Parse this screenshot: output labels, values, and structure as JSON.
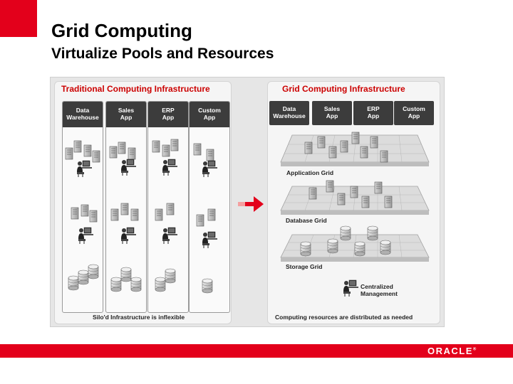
{
  "slide": {
    "title": "Grid Computing",
    "subtitle": "Virtualize Pools and Resources"
  },
  "left_panel": {
    "title": "Traditional Computing Infrastructure",
    "columns": [
      "Data\nWarehouse",
      "Sales\nApp",
      "ERP\nApp",
      "Custom\nApp"
    ],
    "caption": "Silo'd Infrastructure is inflexible"
  },
  "right_panel": {
    "title": "Grid Computing Infrastructure",
    "apps": [
      "Data\nWarehouse",
      "Sales\nApp",
      "ERP\nApp",
      "Custom\nApp"
    ],
    "grids": [
      "Application Grid",
      "Database Grid",
      "Storage Grid"
    ],
    "management_label": "Centralized\nManagement",
    "caption": "Computing resources are distributed as needed"
  },
  "branding": {
    "logo_text": "ORACLE",
    "trademark": "®"
  },
  "colors": {
    "accent_red": "#e3001b",
    "panel_title_red": "#cc0000",
    "header_dark": "#3c3c3c"
  },
  "icons": [
    "server-icon",
    "database-icon",
    "admin-person-icon",
    "arrow-right-icon"
  ]
}
